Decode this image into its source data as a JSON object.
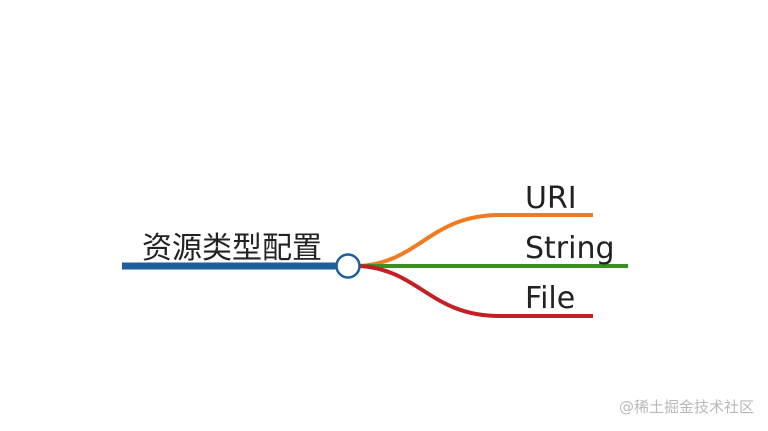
{
  "root": {
    "label": "资源类型配置",
    "color": "#1f5f9e"
  },
  "branches": [
    {
      "label": "URI",
      "color": "#f07b21"
    },
    {
      "label": "String",
      "color": "#3a8f25"
    },
    {
      "label": "File",
      "color": "#c41f25"
    }
  ],
  "watermark": "@稀土掘金技术社区"
}
